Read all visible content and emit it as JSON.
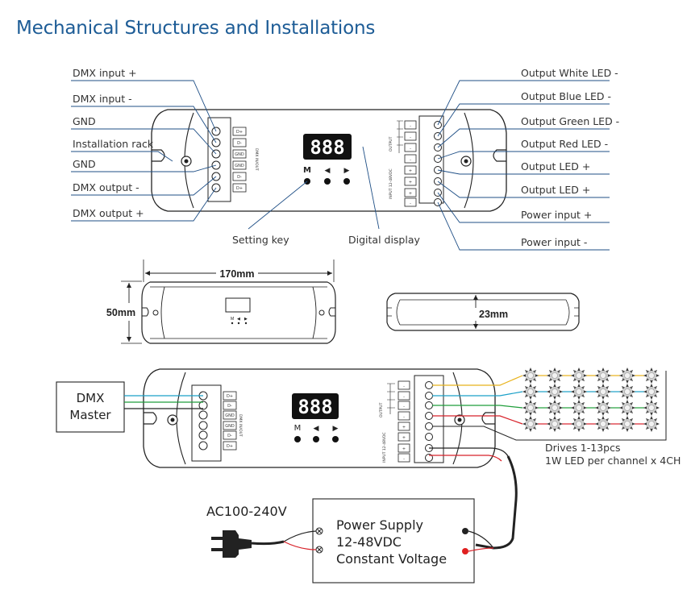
{
  "title": "Mechanical Structures and Installations",
  "labels_left": [
    "DMX input +",
    "DMX input -",
    "GND",
    "Installation rack",
    "GND",
    "DMX output -",
    "DMX output +"
  ],
  "labels_right": [
    "Output White LED -",
    "Output Blue LED -",
    "Output Green LED -",
    "Output Red LED -",
    "Output LED +",
    "Output LED +",
    "Power input +",
    "Power input -"
  ],
  "setting_key": "Setting key",
  "digital_display": "Digital display",
  "display_digits": "888",
  "keys": [
    "M",
    "◀",
    "▶"
  ],
  "dmx_terminals": [
    "D+",
    "D-",
    "GND",
    "GND",
    "D-",
    "D+"
  ],
  "dmx_io_label": "DMX IN/OUT",
  "output_terminals": [
    "-",
    "-",
    "-",
    "-",
    "+",
    "+",
    "+",
    "-"
  ],
  "output_side_label": "OUTPUT",
  "input_side_label": "INPUT 12-48VDC",
  "dim_width": "170mm",
  "dim_height": "50mm",
  "dim_depth": "23mm",
  "dmx_master": [
    "DMX",
    "Master"
  ],
  "drives_note": [
    "Drives 1-13pcs",
    "1W LED per channel x 4CH"
  ],
  "ac_label": "AC100-240V",
  "power_supply": [
    "Power Supply",
    "12-48VDC",
    "Constant Voltage"
  ],
  "colors": {
    "title": "#1d5c96",
    "leader": "#1f4f86",
    "wire_white": "#e8b21a",
    "wire_blue": "#1aa0c8",
    "wire_green": "#1e9e3a",
    "wire_red": "#d8222a"
  }
}
